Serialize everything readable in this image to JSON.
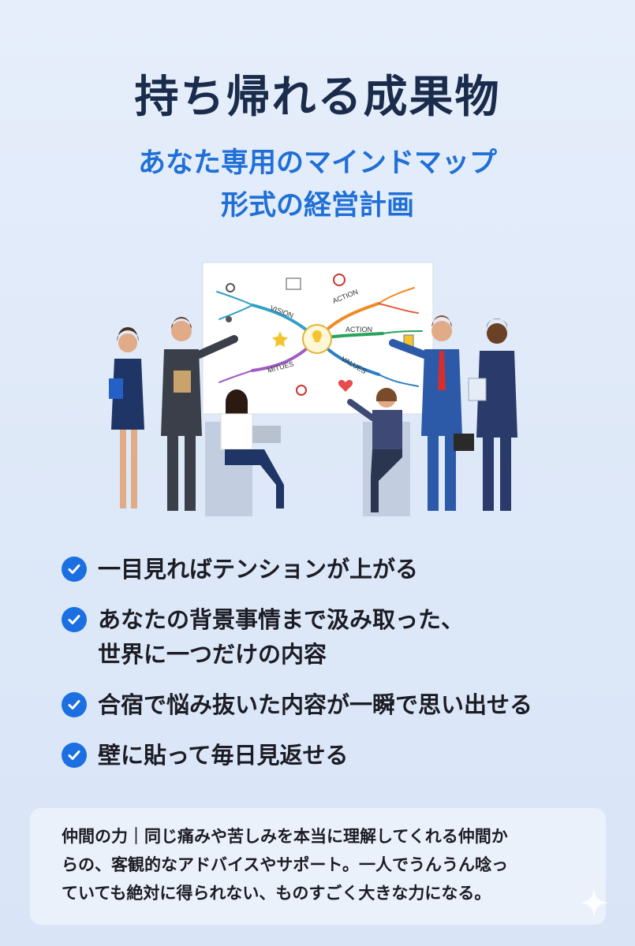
{
  "title": "持ち帰れる成果物",
  "subtitle": {
    "line1": "あなた専用のマインドマップ",
    "line2": "形式の経営計画"
  },
  "illustration": {
    "branches": [
      "VISION",
      "ACTION",
      "ACTION",
      "MITUES",
      "VALUES"
    ]
  },
  "checklist": [
    {
      "icon": "check-circle-icon",
      "lines": [
        "一目見ればテンションが上がる"
      ]
    },
    {
      "icon": "check-circle-icon",
      "lines": [
        "あなたの背景事情まで汲み取った、",
        "世界に一つだけの内容"
      ]
    },
    {
      "icon": "check-circle-icon",
      "lines": [
        "合宿で悩み抜いた内容が一瞬で思い出せる"
      ]
    },
    {
      "icon": "check-circle-icon",
      "lines": [
        "壁に貼って毎日見返せる"
      ]
    }
  ],
  "note": {
    "lines": [
      "仲間の力｜同じ痛みや苦しみを本当に理解してくれる仲間か",
      "らの、客観的なアドバイスやサポート。一人でうんうん唸っ",
      "ていても絶対に得られない、ものすごく大きな力になる。"
    ]
  },
  "colors": {
    "title": "#1a2b4c",
    "accent": "#1f6fd6",
    "check": "#1b6fe0",
    "text": "#1c1c24"
  }
}
